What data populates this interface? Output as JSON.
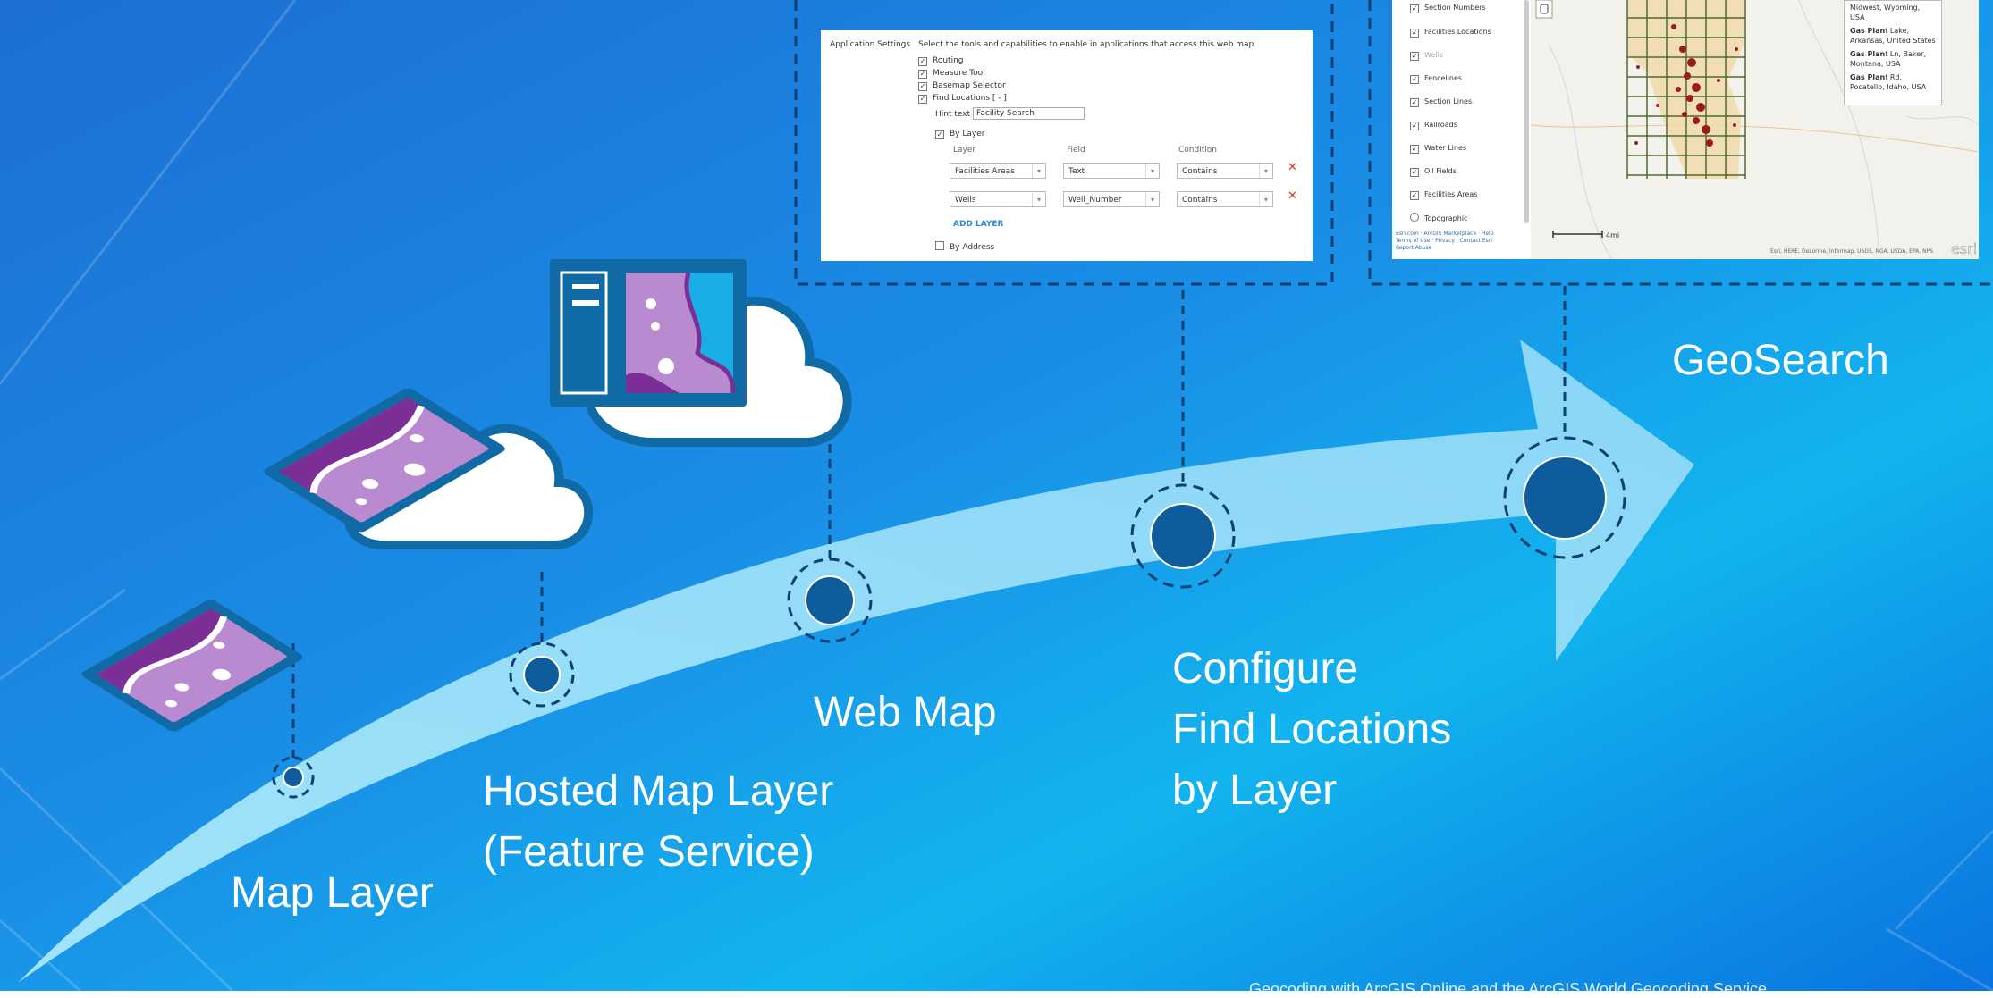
{
  "colors": {
    "bg_start": "#1d6fd2",
    "bg_end": "#0a8fe8",
    "arrow_fill": "#8fdcf6",
    "node_fill": "#0e5c9b",
    "node_ring": "#0d3f73",
    "icon_frame": "#0f6aa6",
    "icon_purple": "#7a2e96",
    "icon_lilac": "#b98ad0",
    "cloud_fill": "#ffffff",
    "cloud_stroke": "#0f6aa6"
  },
  "steps": {
    "map_layer": "Map Layer",
    "hosted_line1": "Hosted Map Layer",
    "hosted_line2": "(Feature Service)",
    "web_map": "Web Map",
    "configure_line1": "Configure",
    "configure_line2": "Find Locations",
    "configure_line3": "by Layer",
    "geosearch": "GeoSearch"
  },
  "icons": {
    "map_layer": "map-layer-icon",
    "hosted": "hosted-layer-cloud-icon",
    "web_map": "web-map-cloud-icon"
  },
  "settings_panel": {
    "section_label": "Application Settings",
    "description": "Select the tools and capabilities to enable in applications that access this web map",
    "options": [
      "Routing",
      "Measure Tool",
      "Basemap Selector",
      "Find Locations [ - ]"
    ],
    "hint_label": "Hint text",
    "hint_value": "Facility Search",
    "by_layer": "By Layer",
    "columns": [
      "Layer",
      "Field",
      "Condition"
    ],
    "rows": [
      {
        "layer": "Facilities Areas",
        "field": "Text",
        "condition": "Contains"
      },
      {
        "layer": "Wells",
        "field": "Well_Number",
        "condition": "Contains"
      }
    ],
    "add_layer": "ADD LAYER",
    "by_address": "By Address"
  },
  "map_panel": {
    "layers": [
      "Section Numbers",
      "Facilities Locations",
      "Wells",
      "Fencelines",
      "Section Lines",
      "Railroads",
      "Water Lines",
      "Oil Fields",
      "Facilities Areas",
      "Topographic"
    ],
    "footer_line1": "Esri.com · ArcGIS Marketplace · Help",
    "footer_line2": "Terms of Use · Privacy · Contact Esri",
    "footer_line3": "Report Abuse",
    "results": [
      {
        "bold": "",
        "text": "Midwest, Wyoming, USA"
      },
      {
        "bold": "Gas Plan",
        "text": "t Lake, Arkansas, United States"
      },
      {
        "bold": "Gas Plan",
        "text": "t Ln, Baker, Montana, USA"
      },
      {
        "bold": "Gas Plan",
        "text": "t Rd, Pocatello, Idaho, USA"
      }
    ],
    "scale_label": "4mi",
    "attribution": "Esri, HERE, DeLorme, Intermap, USGS, NGA, USDA, EPA, NPS",
    "logo": "esri"
  },
  "footer_text": "Geocoding with ArcGIS Online and the ArcGIS World Geocoding Service"
}
